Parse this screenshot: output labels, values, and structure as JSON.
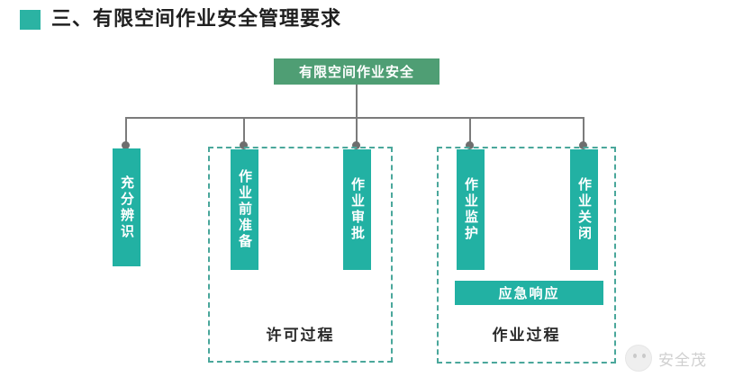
{
  "header": {
    "bullet_color": "#2bb3a3",
    "title": "三、有限空间作业安全管理要求"
  },
  "diagram": {
    "root": {
      "label": "有限空间作业安全",
      "color": "#4f9e74"
    },
    "node_color": "#22b1a3",
    "dashed_color": "#4aa79b",
    "connector_color": "#7b7b7b",
    "nodes": [
      {
        "label": "充分辨识"
      },
      {
        "label": "作业前准备"
      },
      {
        "label": "作业审批"
      },
      {
        "label": "作业监护"
      },
      {
        "label": "作业关闭"
      }
    ],
    "groups": [
      {
        "caption": "许可过程"
      },
      {
        "caption": "作业过程"
      }
    ],
    "emergency": {
      "label": "应急响应"
    }
  },
  "watermark": {
    "text": "安全茂"
  }
}
